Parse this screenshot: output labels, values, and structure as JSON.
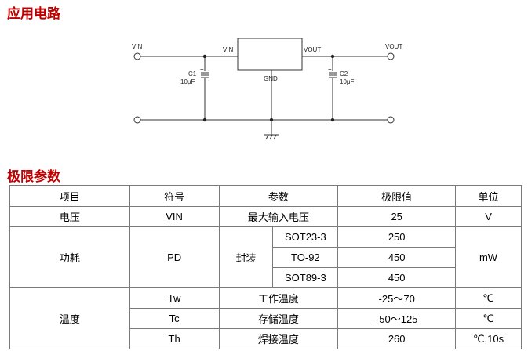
{
  "sections": {
    "circuit_title": "应用电路",
    "limits_title": "极限参数"
  },
  "circuit": {
    "vin_label": "VIN",
    "vout_label": "VOUT",
    "ic_vin": "VIN",
    "ic_vout": "VOUT",
    "ic_gnd": "GND",
    "c1_name": "C1",
    "c1_value": "10μF",
    "c2_name": "C2",
    "c2_value": "10μF",
    "plus": "+"
  },
  "table": {
    "headers": [
      "项目",
      "符号",
      "参数",
      "极限值",
      "单位"
    ],
    "voltage": {
      "item": "电压",
      "symbol": "VIN",
      "param": "最大输入电压",
      "value": "25",
      "unit": "V"
    },
    "power": {
      "item": "功耗",
      "symbol": "PD",
      "param": "封装",
      "unit": "mW",
      "packages": [
        {
          "name": "SOT23-3",
          "value": "250"
        },
        {
          "name": "TO-92",
          "value": "450"
        },
        {
          "name": "SOT89-3",
          "value": "450"
        }
      ]
    },
    "temperature": {
      "item": "温度",
      "rows": [
        {
          "symbol": "Tw",
          "param": "工作温度",
          "value": "-25～70",
          "unit": "℃"
        },
        {
          "symbol": "Tc",
          "param": "存储温度",
          "value": "-50～125",
          "unit": "℃"
        },
        {
          "symbol": "Th",
          "param": "焊接温度",
          "value": "260",
          "unit": "℃,10s"
        }
      ]
    }
  }
}
